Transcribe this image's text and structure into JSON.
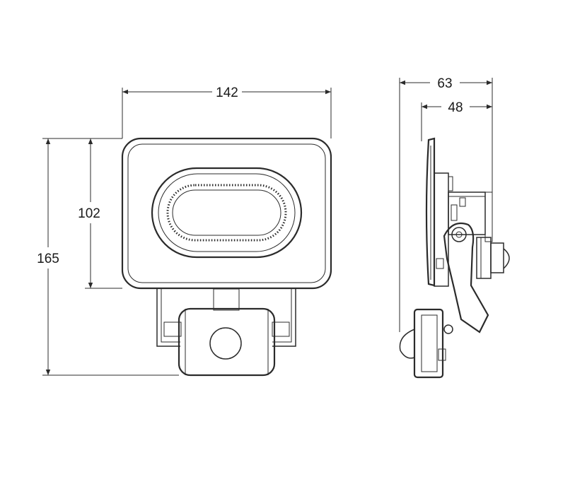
{
  "dimensions": {
    "front_width": "142",
    "front_body_height": "102",
    "front_total_height": "165",
    "side_total_depth": "63",
    "side_body_depth": "48"
  },
  "colors": {
    "line": "#2b2b2b",
    "background": "#ffffff"
  }
}
